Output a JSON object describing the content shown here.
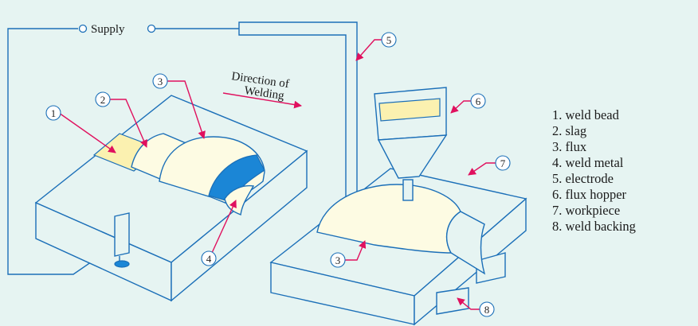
{
  "supply_label": "Supply",
  "direction_label_line1": "Direction of",
  "direction_label_line2": "Welding",
  "callouts": [
    "1",
    "2",
    "3",
    "4",
    "5",
    "6",
    "7",
    "3",
    "8"
  ],
  "legend": [
    "1.  weld bead",
    "2.  slag",
    "3.  flux",
    "4.  weld metal",
    "5.  electrode",
    "6.  flux  hopper",
    "7.  workpiece",
    "8.  weld  backing"
  ],
  "colors": {
    "background": "#e6f4f2",
    "outline": "#1b6fb8",
    "leader": "#e0105e",
    "weld_metal": "#1b86d6",
    "flux": "#fdfbe3",
    "slag": "#fbf1b0"
  }
}
